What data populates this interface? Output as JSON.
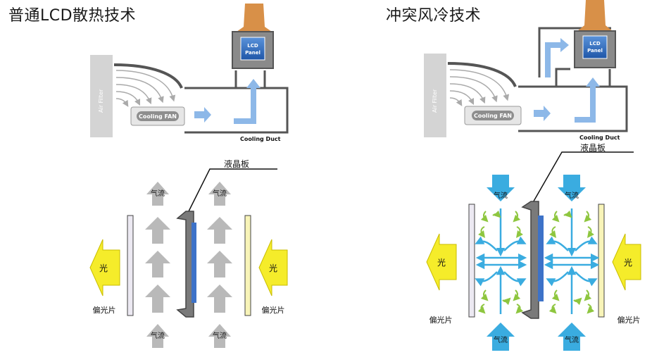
{
  "left": {
    "title": "普通LCD散热技术",
    "air_filter": "Air Filter",
    "cooling_fan": "Cooling FAN",
    "lcd_panel_line1": "LCD",
    "lcd_panel_line2": "Panel",
    "cooling_duct": "Cooling Duct",
    "lcd_plate": "液晶板",
    "airflow": "气流",
    "light": "光",
    "polarizer": "偏光片"
  },
  "right": {
    "title": "冲突风冷技术",
    "air_filter": "Air Filter",
    "cooling_fan": "Cooling FAN",
    "lcd_panel_line1": "LCD",
    "lcd_panel_line2": "Panel",
    "cooling_duct": "Cooling Duct",
    "lcd_plate": "液晶板",
    "airflow": "气流",
    "light": "光",
    "polarizer": "偏光片"
  },
  "colors": {
    "gray_arrow": "#b9b9b9",
    "duct": "#555555",
    "blue_arrow": "#8db8e8",
    "cyan_arrow": "#3aace0",
    "green_arrow": "#8ec63f",
    "yellow": "#f5ec2a",
    "lcd_plate": "#7a7a7a",
    "lcd_blue": "#3d72c8",
    "panel_blue": "#2f6cc0",
    "cable_orange": "#d89048"
  }
}
